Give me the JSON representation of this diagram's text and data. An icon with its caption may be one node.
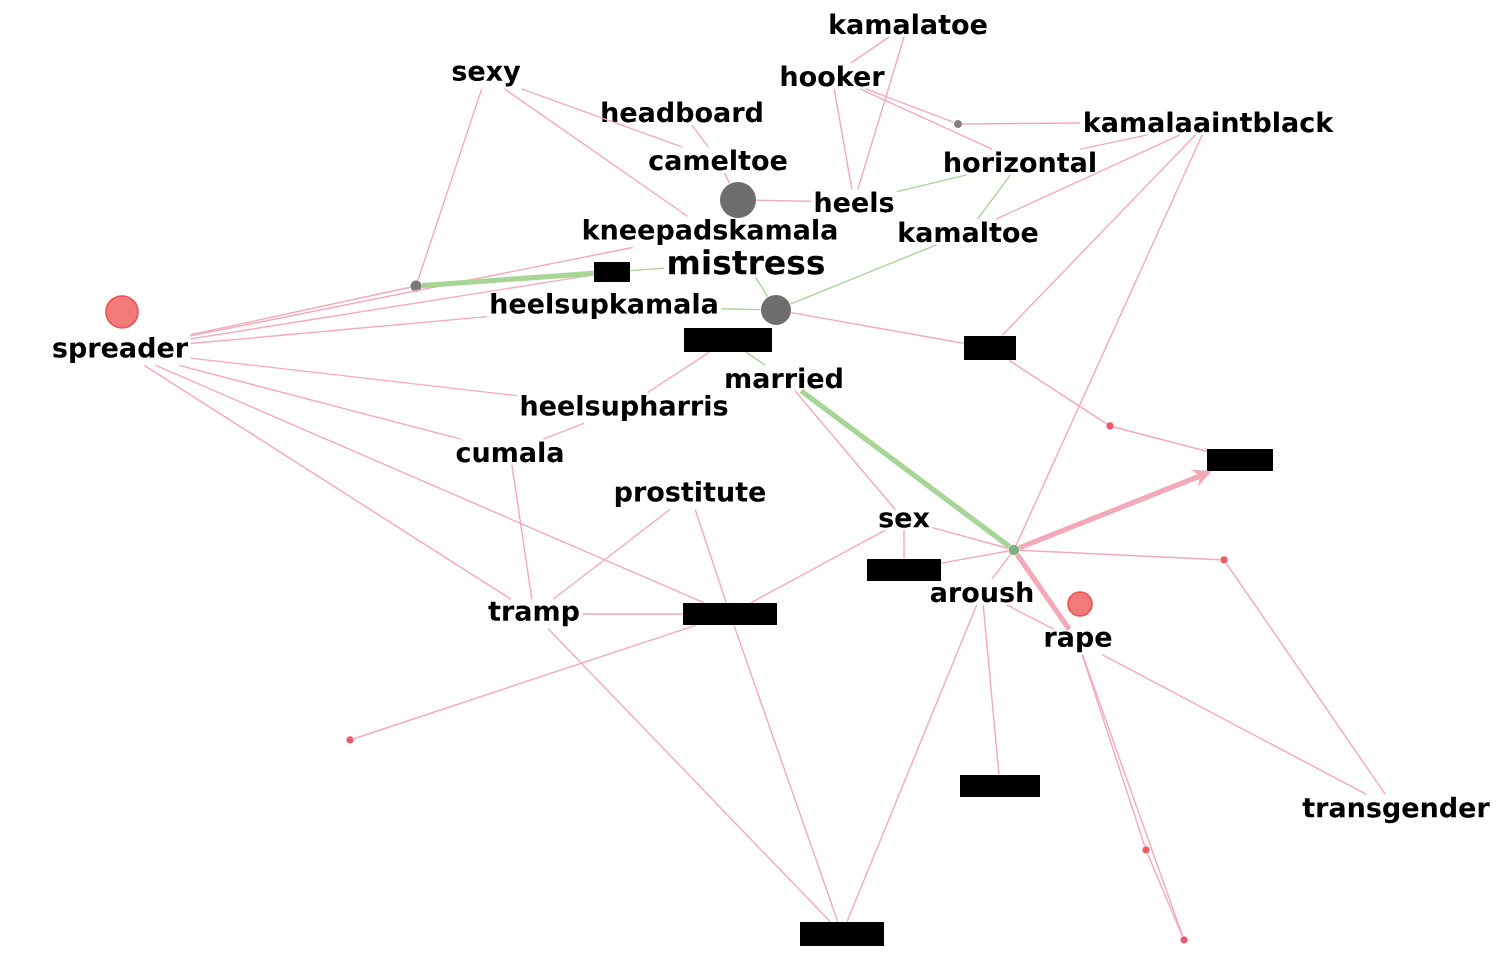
{
  "diagram": {
    "nodes": [
      {
        "text": [
          "kamalatoe"
        ]
      },
      {
        "text": [
          "sexy"
        ]
      },
      {
        "text": [
          "hooker"
        ]
      },
      {
        "text": [
          "headboard"
        ]
      },
      {
        "text": [
          "kamalaaintblack"
        ]
      },
      {
        "text": [
          "cameltoe"
        ]
      },
      {
        "text": [
          "horizontal"
        ]
      },
      {
        "text": [
          "heels"
        ]
      },
      {
        "text": [
          "kneepadskamala"
        ]
      },
      {
        "text": [
          "kamaltoe"
        ]
      },
      {
        "text": [
          "mistress"
        ]
      },
      {
        "text": [],
        "shape": "bar"
      },
      {
        "text": [
          "heelsupkamala"
        ]
      },
      {
        "text": [
          "spreader"
        ]
      },
      {
        "text": [],
        "shape": "bar"
      },
      {
        "text": [],
        "shape": "bar"
      },
      {
        "text": [
          "married"
        ]
      },
      {
        "text": [
          "heelsupharris"
        ]
      },
      {
        "text": [
          "cumala"
        ]
      },
      {
        "text": [],
        "shape": "bar"
      },
      {
        "text": [
          "prostitute"
        ]
      },
      {
        "text": [
          "sex"
        ]
      },
      {
        "text": [],
        "shape": "bar"
      },
      {
        "text": [
          "aroush"
        ]
      },
      {
        "text": [
          "tramp"
        ]
      },
      {
        "text": [],
        "shape": "bar"
      },
      {
        "text": [
          "rape"
        ]
      },
      {
        "text": [],
        "shape": "bar"
      },
      {
        "text": [
          "transgender"
        ]
      },
      {
        "text": [],
        "shape": "bar"
      },
      {
        "text": [],
        "shape": "circle"
      },
      {
        "text": [],
        "shape": "circle"
      },
      {
        "text": [],
        "shape": "circle"
      },
      {
        "text": [],
        "shape": "circle"
      },
      {
        "text": [],
        "shape": "circle"
      },
      {
        "text": [],
        "shape": "circle"
      },
      {
        "text": [],
        "shape": "circle"
      },
      {
        "text": [],
        "shape": "circle"
      },
      {
        "text": [],
        "shape": "circle"
      },
      {
        "text": [],
        "shape": "circle"
      }
    ],
    "edges": [
      {
        "from": 13,
        "to": 33,
        "arrow": "none"
      },
      {
        "from": 13,
        "to": 11,
        "arrow": "none"
      },
      {
        "from": 13,
        "to": 8,
        "arrow": "none"
      },
      {
        "from": 13,
        "to": 12,
        "arrow": "none"
      },
      {
        "from": 13,
        "to": 17,
        "arrow": "none"
      },
      {
        "from": 13,
        "to": 18,
        "arrow": "none"
      },
      {
        "from": 13,
        "to": 24,
        "arrow": "none"
      },
      {
        "from": 13,
        "to": 25,
        "arrow": "none"
      },
      {
        "from": 33,
        "to": 11,
        "arrow": "none",
        "style": "thick",
        "color": "#a6d596"
      },
      {
        "from": 11,
        "to": 10,
        "arrow": "none",
        "color": "#a6d596"
      },
      {
        "from": 12,
        "to": 31,
        "arrow": "none",
        "color": "#a6d596"
      },
      {
        "from": 14,
        "to": 16,
        "arrow": "none",
        "color": "#a6d596"
      },
      {
        "from": 1,
        "to": 5,
        "arrow": "none"
      },
      {
        "from": 1,
        "to": 8,
        "arrow": "none"
      },
      {
        "from": 1,
        "to": 33,
        "arrow": "none"
      },
      {
        "from": 0,
        "to": 2,
        "arrow": "none"
      },
      {
        "from": 0,
        "to": 7,
        "arrow": "none"
      },
      {
        "from": 2,
        "to": 7,
        "arrow": "none"
      },
      {
        "from": 2,
        "to": 39,
        "arrow": "none"
      },
      {
        "from": 39,
        "to": 4,
        "arrow": "none"
      },
      {
        "from": 2,
        "to": 6,
        "arrow": "none"
      },
      {
        "from": 4,
        "to": 6,
        "arrow": "none"
      },
      {
        "from": 4,
        "to": 9,
        "arrow": "none"
      },
      {
        "from": 4,
        "to": 15,
        "arrow": "none"
      },
      {
        "from": 4,
        "to": 32,
        "arrow": "none"
      },
      {
        "from": 6,
        "to": 7,
        "arrow": "none",
        "color": "#a6d596"
      },
      {
        "from": 6,
        "to": 9,
        "arrow": "none",
        "color": "#a6d596"
      },
      {
        "from": 7,
        "to": 30,
        "arrow": "none"
      },
      {
        "from": 3,
        "to": 5,
        "arrow": "none"
      },
      {
        "from": 5,
        "to": 30,
        "arrow": "none"
      },
      {
        "from": 10,
        "to": 31,
        "arrow": "none",
        "color": "#a6d596"
      },
      {
        "from": 9,
        "to": 31,
        "arrow": "none",
        "color": "#a6d596"
      },
      {
        "from": 15,
        "to": 31,
        "arrow": "none"
      },
      {
        "from": 15,
        "to": 37,
        "arrow": "none"
      },
      {
        "from": 37,
        "to": 19,
        "arrow": "none"
      },
      {
        "from": 32,
        "to": 19,
        "arrow": "to",
        "style": "thick"
      },
      {
        "from": 38,
        "to": 32,
        "arrow": "none"
      },
      {
        "from": 16,
        "to": 32,
        "arrow": "none",
        "style": "thick",
        "color": "#a6d596"
      },
      {
        "from": 32,
        "to": 26,
        "arrow": "none",
        "style": "thick"
      },
      {
        "from": 16,
        "to": 21,
        "arrow": "none"
      },
      {
        "from": 17,
        "to": 14,
        "arrow": "none"
      },
      {
        "from": 18,
        "to": 17,
        "arrow": "none"
      },
      {
        "from": 20,
        "to": 25,
        "arrow": "none"
      },
      {
        "from": 24,
        "to": 18,
        "arrow": "none"
      },
      {
        "from": 24,
        "to": 20,
        "arrow": "none"
      },
      {
        "from": 24,
        "to": 25,
        "arrow": "none"
      },
      {
        "from": 25,
        "to": 21,
        "arrow": "none"
      },
      {
        "from": 22,
        "to": 32,
        "arrow": "none"
      },
      {
        "from": 21,
        "to": 32,
        "arrow": "none"
      },
      {
        "from": 23,
        "to": 32,
        "arrow": "none"
      },
      {
        "from": 34,
        "to": 25,
        "arrow": "none"
      },
      {
        "from": 26,
        "to": 36,
        "arrow": "none"
      },
      {
        "from": 36,
        "to": 35,
        "arrow": "none"
      },
      {
        "from": 26,
        "to": 35,
        "arrow": "none"
      },
      {
        "from": 28,
        "to": 38,
        "arrow": "none"
      },
      {
        "from": 28,
        "to": 26,
        "arrow": "none"
      },
      {
        "from": 27,
        "to": 23,
        "arrow": "none"
      },
      {
        "from": 29,
        "to": 24,
        "arrow": "none"
      },
      {
        "from": 29,
        "to": 25,
        "arrow": "none"
      },
      {
        "from": 29,
        "to": 23,
        "arrow": "none"
      },
      {
        "from": 26,
        "to": 23,
        "arrow": "none"
      },
      {
        "from": 21,
        "to": 22,
        "arrow": "none"
      }
    ]
  }
}
